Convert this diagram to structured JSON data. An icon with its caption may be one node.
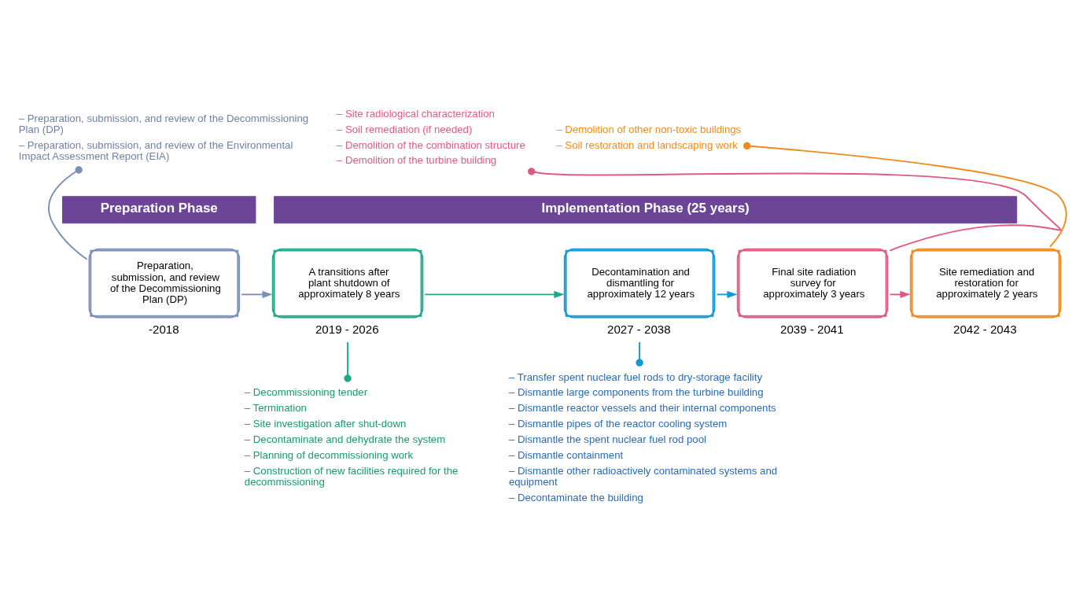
{
  "diagram": {
    "nodes": [
      {
        "text": [
          "Preparation Phase"
        ]
      },
      {
        "text": [
          "Implementation Phase (25 years)"
        ]
      },
      {
        "text": [
          "Preparation, submission, and review of the Decommissioning Plan (DP)"
        ],
        "beside": [
          "-2018"
        ]
      },
      {
        "text": [
          "A transitions after plant shutdown of approximately 8 years"
        ],
        "beside": [
          "2019 - 2026"
        ]
      },
      {
        "text": [
          "Decontamination and dismantling for approximately 12 years"
        ],
        "beside": [
          "2027 - 2038"
        ]
      },
      {
        "text": [
          "Final site radiation survey for approximately 3 years"
        ],
        "beside": [
          "2039 - 2041"
        ]
      },
      {
        "text": [
          "Site remediation and restoration for approximately 2 years"
        ],
        "beside": [
          "2042 - 2043"
        ]
      },
      {
        "text": [
          "– Preparation, submission, and review of the Decommissioning Plan (DP)",
          "– Preparation, submission, and review of the Environmental Impact Assessment Report (EIA)"
        ]
      },
      {
        "text": [
          "– Decommissioning tender",
          "– Termination",
          "– Site investigation after shut-down",
          "– Decontaminate and dehydrate the system",
          "– Planning of decommissioning work",
          "– Construction of new facilities required for the decommissioning"
        ]
      },
      {
        "text": [
          "– Transfer spent nuclear fuel rods to dry-storage facility",
          "– Dismantle large components from the turbine building",
          "– Dismantle reactor vessels and their internal components",
          "– Dismantle pipes of the reactor cooling system",
          "– Dismantle the spent nuclear fuel rod pool",
          "– Dismantle containment",
          "– Dismantle other radioactively contaminated systems and equipment",
          "– Decontaminate the building"
        ]
      },
      {
        "text": [
          "– Site radiological characterization",
          "– Soil remediation (if needed)",
          "– Demolition of the combination structure",
          "– Demolition of the turbine building"
        ]
      },
      {
        "text": [
          "– Demolition of other non-toxic buildings",
          "– Soil restoration and landscaping work"
        ]
      }
    ],
    "edges": [
      {
        "from": 2,
        "to": 3,
        "arrow": "to",
        "color": "#7b8fb8"
      },
      {
        "from": 3,
        "to": 4,
        "arrow": "to",
        "color": "#1fa88a"
      },
      {
        "from": 4,
        "to": 5,
        "arrow": "to",
        "color": "#0f9ad6"
      },
      {
        "from": 5,
        "to": 6,
        "arrow": "to",
        "color": "#e05a80"
      },
      {
        "from": 2,
        "to": 7,
        "arrow": "other",
        "color": "#7b8fb8"
      },
      {
        "from": 3,
        "to": 8,
        "arrow": "other",
        "color": "#1fa88a"
      },
      {
        "from": 4,
        "to": 9,
        "arrow": "other",
        "color": "#0f9ad6"
      },
      {
        "from": 5,
        "to": 10,
        "arrow": "other",
        "color": "#e05a80"
      },
      {
        "from": 6,
        "to": 11,
        "arrow": "other",
        "color": "#ef8a1e"
      }
    ]
  }
}
